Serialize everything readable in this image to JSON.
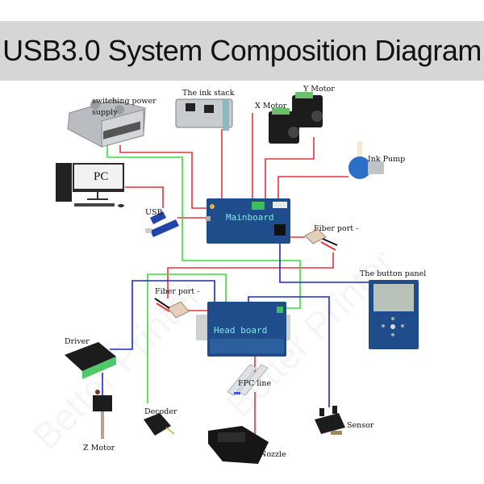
{
  "title": "USB3.0 System Composition Diagram",
  "watermark": "Better Printer",
  "components": {
    "switching_power_supply": {
      "label_line1": "switching power",
      "label_line2": "supply"
    },
    "ink_stack": {
      "label": "The ink stack"
    },
    "x_motor": {
      "label": "X Motor"
    },
    "y_motor": {
      "label": "Y Motor"
    },
    "ink_pump": {
      "label": "Ink Pump"
    },
    "pc": {
      "label": "PC"
    },
    "usb": {
      "label": "USB"
    },
    "mainboard": {
      "label": "Mainboard"
    },
    "fiber_port_top": {
      "label": "Fiber port -"
    },
    "button_panel": {
      "label": "The button panel"
    },
    "fiber_port_bottom": {
      "label": "Fiber port -"
    },
    "head_board": {
      "label": "Head board"
    },
    "driver": {
      "label": "Driver"
    },
    "fpc_line": {
      "label": "FPC line"
    },
    "decoder": {
      "label": "Decoder"
    },
    "sensor": {
      "label": "Sensor"
    },
    "z_motor": {
      "label": "Z Motor"
    },
    "nozzle": {
      "label": "Nozzle"
    }
  },
  "wire_colors": {
    "power": "#e8323c",
    "signal": "#1e28c8",
    "ground": "#3cdc3c"
  }
}
